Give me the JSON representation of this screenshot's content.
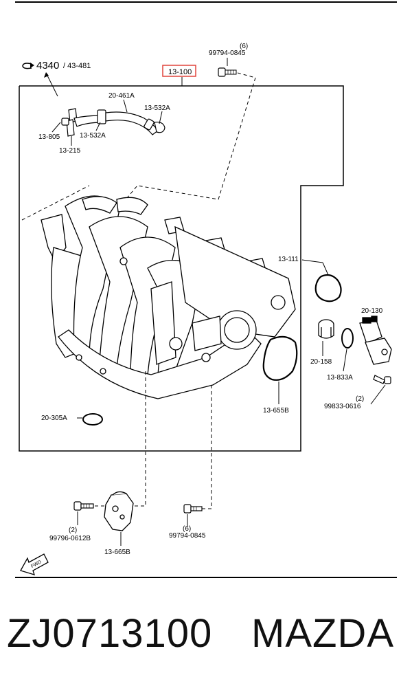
{
  "diagram": {
    "ref_main": "4340",
    "ref_sub": "/ 43-481",
    "assembly_part": "13-100",
    "assembly_highlight_color": "#e0443c",
    "parts": {
      "bolt_top_qty": "(6)",
      "bolt_top": "99794-0845",
      "pipe_label": "20-461A",
      "hose_clamp_right": "13-532A",
      "hose_clamp_left": "13-532A",
      "fitting": "13-805",
      "pipe_assy": "13-215",
      "gasket_round": "13-111",
      "sensor": "20-130",
      "oring_sensor": "20-158",
      "oring_small": "13-833A",
      "screw_sensor_qty": "(2)",
      "screw_sensor": "99833-0616",
      "gasket_body": "13-655B",
      "oring_bottom": "20-305A",
      "bolt_left_qty": "(2)",
      "bolt_left": "99796-0612B",
      "bracket": "13-665B",
      "bolt_bottom_qty": "(6)",
      "bolt_bottom": "99794-0845"
    },
    "fwd_label": "FWD"
  },
  "footer": {
    "part_number": "ZJ0713100",
    "brand": "MAZDA"
  }
}
